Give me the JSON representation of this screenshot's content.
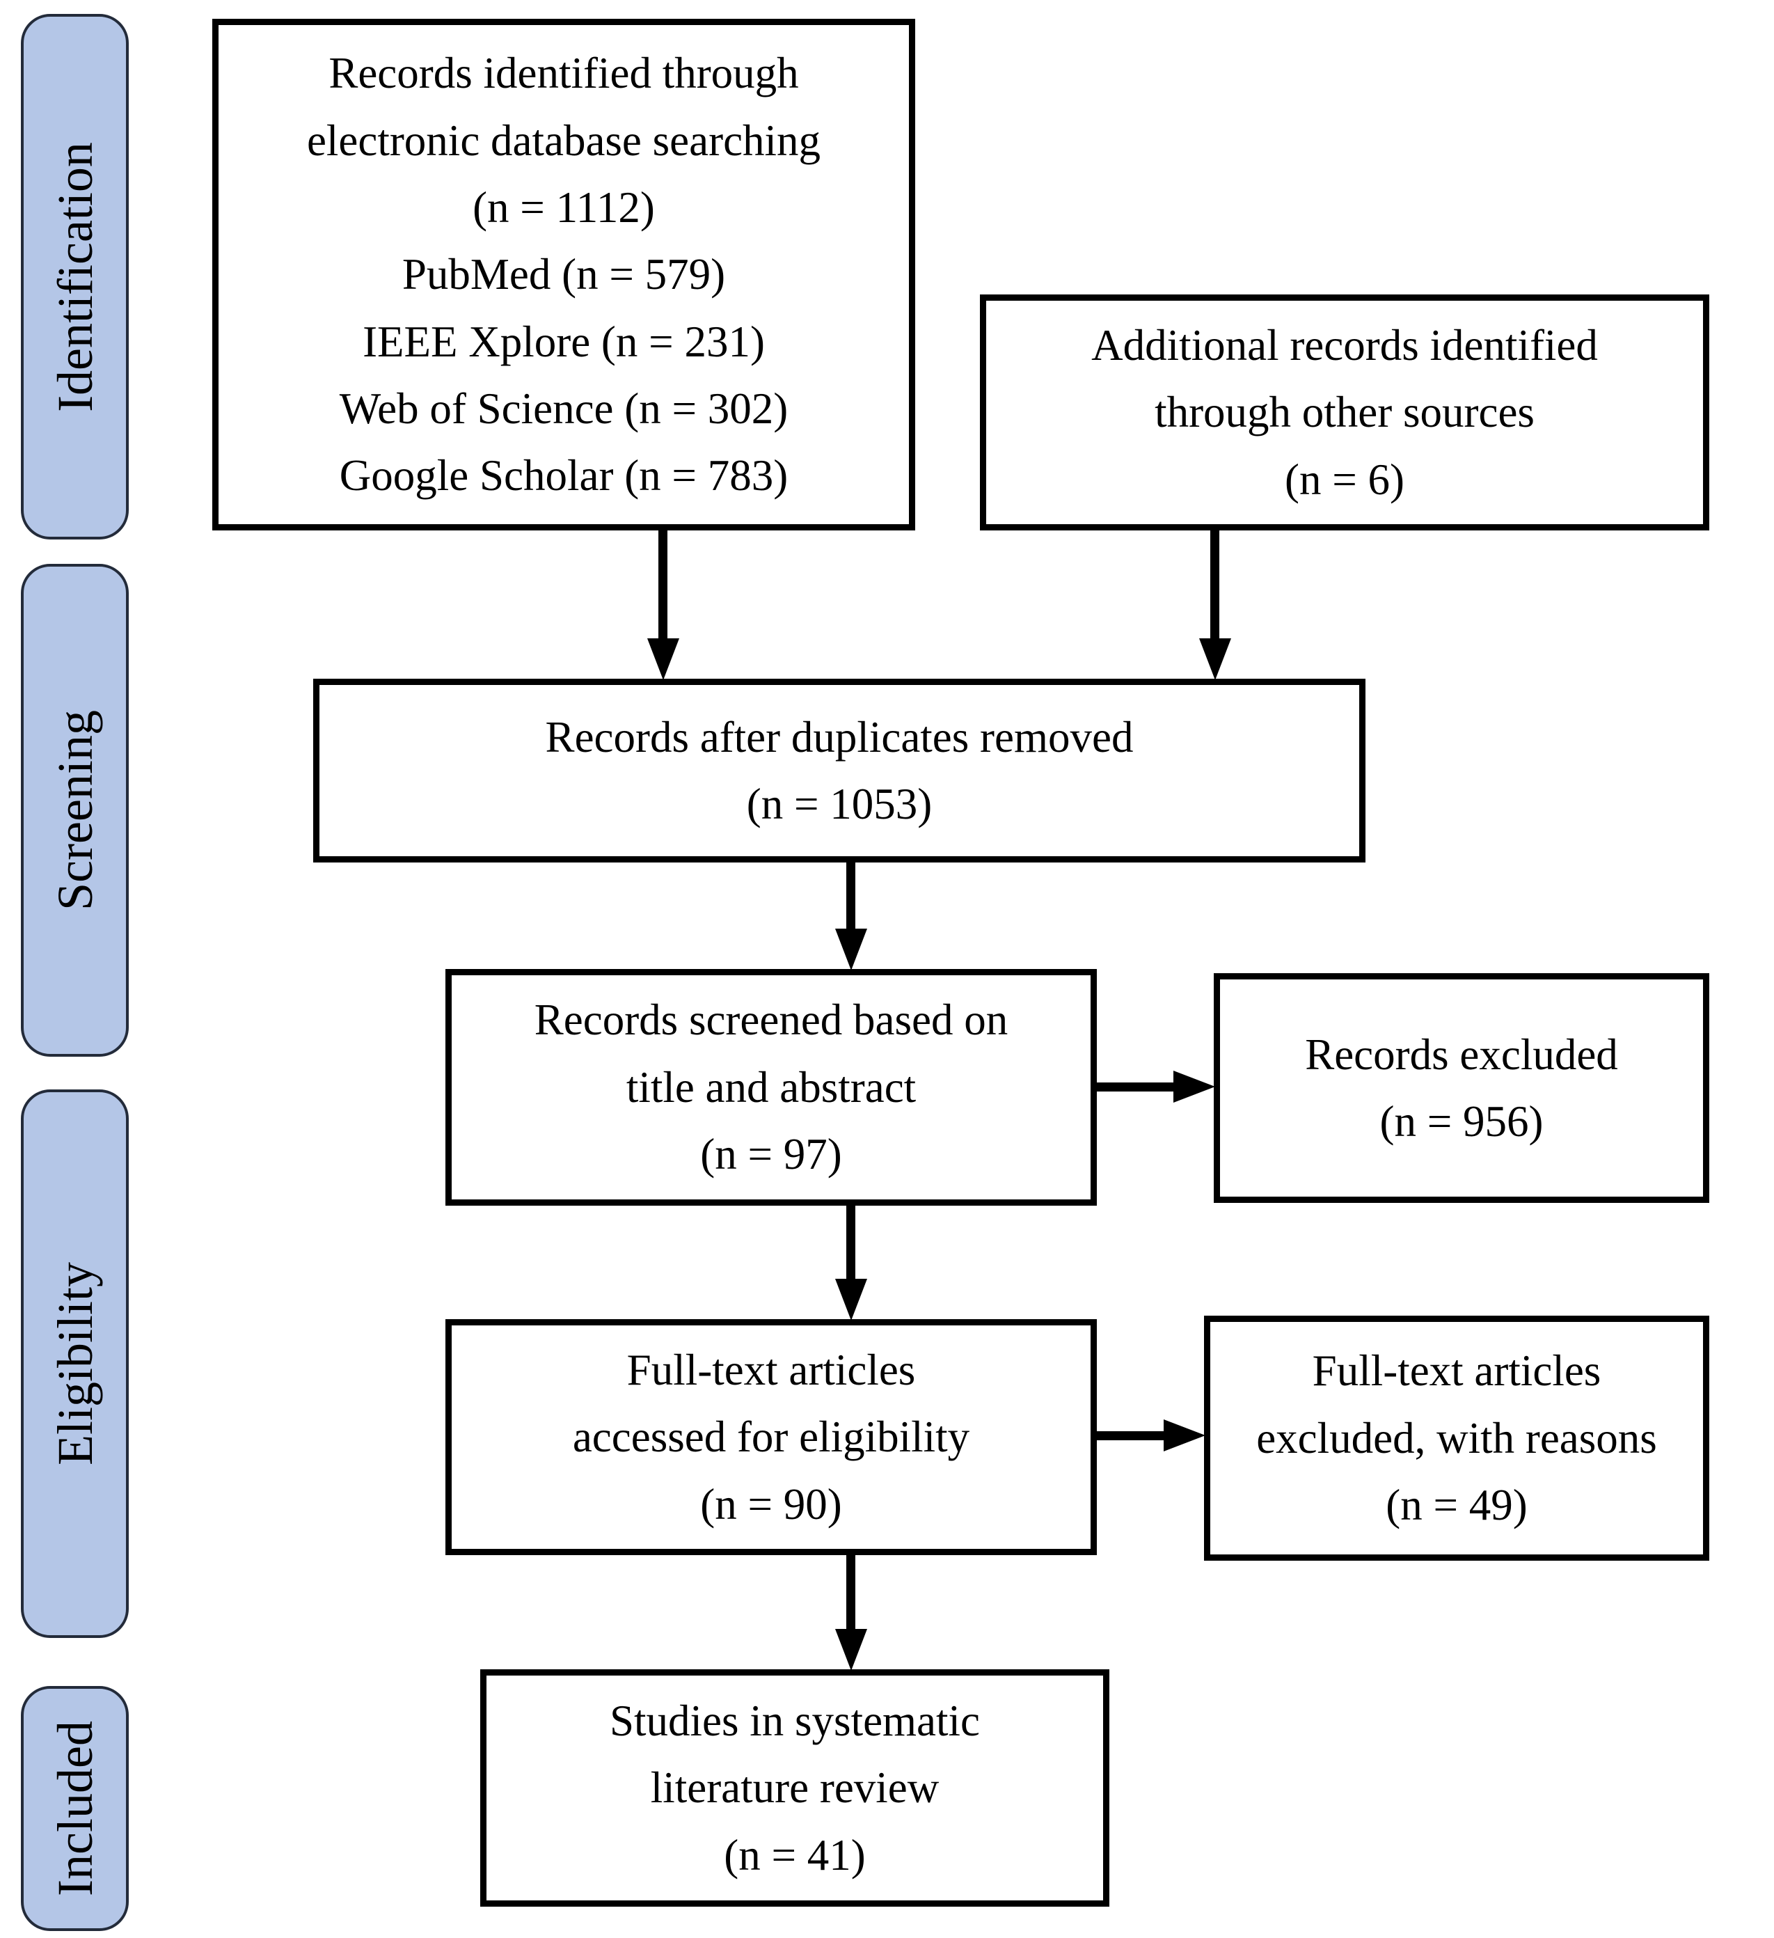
{
  "diagram": {
    "type": "prisma-flow-diagram",
    "colors": {
      "background": "#ffffff",
      "phase_fill": "#b4c6e7",
      "phase_border": "#232b3a",
      "box_border": "#000000",
      "text": "#000000",
      "arrow": "#000000"
    },
    "phases": {
      "identification": "Identification",
      "screening": "Screening",
      "eligibility": "Eligibility",
      "included": "Included"
    },
    "boxes": {
      "records_identified": {
        "lines": [
          "Records identified through",
          "electronic database searching",
          "(n = 1112)",
          "PubMed (n = 579)",
          "IEEE Xplore (n = 231)",
          "Web of Science (n = 302)",
          "Google Scholar (n = 783)"
        ]
      },
      "additional_records": {
        "lines": [
          "Additional records identified",
          "through other sources",
          "(n = 6)"
        ]
      },
      "duplicates_removed": {
        "lines": [
          "Records after duplicates removed",
          "(n = 1053)"
        ]
      },
      "records_screened": {
        "lines": [
          "Records screened based on",
          "title and abstract",
          "(n = 97)"
        ]
      },
      "records_excluded": {
        "lines": [
          "Records excluded",
          "(n = 956)"
        ]
      },
      "fulltext_accessed": {
        "lines": [
          "Full-text articles",
          "accessed for eligibility",
          "(n = 90)"
        ]
      },
      "fulltext_excluded": {
        "lines": [
          "Full-text articles",
          "excluded, with reasons",
          "(n = 49)"
        ]
      },
      "studies_included": {
        "lines": [
          "Studies in systematic",
          "literature review",
          "(n = 41)"
        ]
      }
    }
  }
}
